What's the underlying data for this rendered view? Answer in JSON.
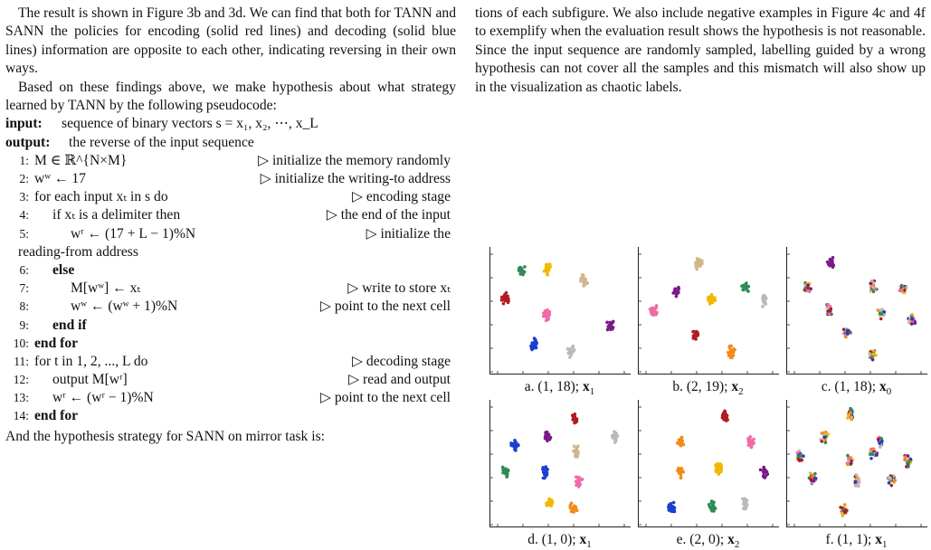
{
  "left": {
    "para1": "The result is shown in Figure 3b and 3d. We can find that both for TANN and SANN the policies for encoding (solid red lines) and decoding (solid blue lines) information are opposite to each other, indicating reversing in their own ways.",
    "para2": "Based on these findings above, we make hypothesis about what strategy learned by TANN by the following pseudocode:",
    "input_kw": "input:",
    "input_txt": "sequence of binary vectors s = x₁, x₂, ⋯, x_L",
    "output_kw": "output:",
    "output_txt": "the reverse of the input sequence",
    "lines": [
      {
        "n": "1:",
        "body": "M ∈ ℝ^{N×M}",
        "cmt": "▷ initialize the memory randomly"
      },
      {
        "n": "2:",
        "body": "wʷ ← 17",
        "cmt": "▷ initialize the writing-to address"
      },
      {
        "n": "3:",
        "body": "for each input xₜ in s do",
        "cmt": "▷ encoding stage"
      },
      {
        "n": "4:",
        "body": "if xₜ is a delimiter then",
        "cmt": "▷ the end of the input"
      },
      {
        "n": "5:",
        "body": "wʳ ← (17 + L − 1)%N",
        "cmt": "▷ initialize the"
      },
      {
        "n": "",
        "body": "reading-from address",
        "cmt": ""
      },
      {
        "n": "6:",
        "body": "else",
        "cmt": ""
      },
      {
        "n": "7:",
        "body": "M[wʷ] ← xₜ",
        "cmt": "▷ write to store xₜ"
      },
      {
        "n": "8:",
        "body": "wʷ ← (wʷ + 1)%N",
        "cmt": "▷ point to the next cell"
      },
      {
        "n": "9:",
        "body": "end if",
        "cmt": ""
      },
      {
        "n": "10:",
        "body": "end for",
        "cmt": ""
      },
      {
        "n": "11:",
        "body": "for t in 1, 2, ..., L do",
        "cmt": "▷ decoding stage"
      },
      {
        "n": "12:",
        "body": "output M[wʳ]",
        "cmt": "▷ read and output"
      },
      {
        "n": "13:",
        "body": "wʳ ← (wʳ − 1)%N",
        "cmt": "▷ point to the next cell"
      },
      {
        "n": "14:",
        "body": "end for",
        "cmt": ""
      }
    ],
    "para3": "And the hypothesis strategy for SANN on mirror task is:"
  },
  "right": {
    "para1": "tions of each subfigure. We also include negative examples in Figure 4c and 4f to exemplify when the evaluation result shows the hypothesis is not reasonable. Since the input sequence are randomly sampled, labelling guided by a wrong hypothesis can not cover all the samples and this mismatch will also show up in the visualization as chaotic labels."
  },
  "captions": [
    {
      "label": "a. (1, 18); ",
      "sym": "x",
      "sub": "1"
    },
    {
      "label": "b. (2, 19); ",
      "sym": "x",
      "sub": "2"
    },
    {
      "label": "c. (1, 18); ",
      "sym": "x",
      "sub": "0"
    },
    {
      "label": "d. (1, 0); ",
      "sym": "x",
      "sub": "1"
    },
    {
      "label": "e. (2, 0); ",
      "sym": "x",
      "sub": "2"
    },
    {
      "label": "f. (1, 1); ",
      "sym": "x",
      "sub": "1"
    }
  ],
  "colors": {
    "red": "#b01c24",
    "green": "#2e8b57",
    "yellow": "#f2b800",
    "pink": "#f06aa8",
    "purple": "#7a1a8a",
    "blue": "#1a3fd0",
    "gray": "#b9b9b9",
    "tan": "#d2b48c",
    "orange": "#f28c18"
  },
  "clusters": [
    [
      [
        "green",
        0.2,
        0.15
      ],
      [
        "yellow",
        0.4,
        0.15
      ],
      [
        "tan",
        0.68,
        0.24
      ],
      [
        "red",
        0.08,
        0.4
      ],
      [
        "pink",
        0.4,
        0.54
      ],
      [
        "purple",
        0.88,
        0.63
      ],
      [
        "blue",
        0.3,
        0.79
      ],
      [
        "gray",
        0.58,
        0.85
      ]
    ],
    [
      [
        "tan",
        0.42,
        0.1
      ],
      [
        "green",
        0.78,
        0.3
      ],
      [
        "purple",
        0.25,
        0.34
      ],
      [
        "yellow",
        0.52,
        0.41
      ],
      [
        "gray",
        0.92,
        0.42
      ],
      [
        "pink",
        0.08,
        0.5
      ],
      [
        "red",
        0.4,
        0.71
      ],
      [
        "orange",
        0.67,
        0.85
      ]
    ],
    [
      [
        "purple",
        0.3,
        0.09
      ],
      [
        "mix",
        0.12,
        0.31
      ],
      [
        "mix",
        0.62,
        0.3
      ],
      [
        "mix",
        0.85,
        0.32
      ],
      [
        "mix",
        0.28,
        0.5
      ],
      [
        "mix",
        0.68,
        0.52
      ],
      [
        "mix",
        0.92,
        0.58
      ],
      [
        "mix",
        0.42,
        0.68
      ],
      [
        "mix",
        0.62,
        0.88
      ]
    ],
    [
      [
        "red",
        0.6,
        0.11
      ],
      [
        "blue",
        0.15,
        0.35
      ],
      [
        "gray",
        0.92,
        0.28
      ],
      [
        "purple",
        0.4,
        0.27
      ],
      [
        "tan",
        0.62,
        0.4
      ],
      [
        "green",
        0.08,
        0.57
      ],
      [
        "blue",
        0.38,
        0.58
      ],
      [
        "pink",
        0.64,
        0.65
      ],
      [
        "yellow",
        0.42,
        0.84
      ],
      [
        "orange",
        0.6,
        0.88
      ]
    ],
    [
      [
        "red",
        0.62,
        0.1
      ],
      [
        "orange",
        0.28,
        0.32
      ],
      [
        "pink",
        0.82,
        0.32
      ],
      [
        "yellow",
        0.57,
        0.54
      ],
      [
        "purple",
        0.92,
        0.58
      ],
      [
        "orange",
        0.28,
        0.58
      ],
      [
        "green",
        0.53,
        0.86
      ],
      [
        "gray",
        0.77,
        0.84
      ],
      [
        "blue",
        0.22,
        0.88
      ]
    ],
    [
      [
        "mix",
        0.45,
        0.08
      ],
      [
        "mix",
        0.25,
        0.28
      ],
      [
        "mix",
        0.68,
        0.32
      ],
      [
        "mix",
        0.06,
        0.45
      ],
      [
        "mix",
        0.44,
        0.48
      ],
      [
        "mix",
        0.62,
        0.42
      ],
      [
        "mix",
        0.88,
        0.48
      ],
      [
        "mix",
        0.16,
        0.62
      ],
      [
        "mix",
        0.5,
        0.65
      ],
      [
        "mix",
        0.76,
        0.64
      ],
      [
        "mix",
        0.4,
        0.9
      ]
    ]
  ]
}
